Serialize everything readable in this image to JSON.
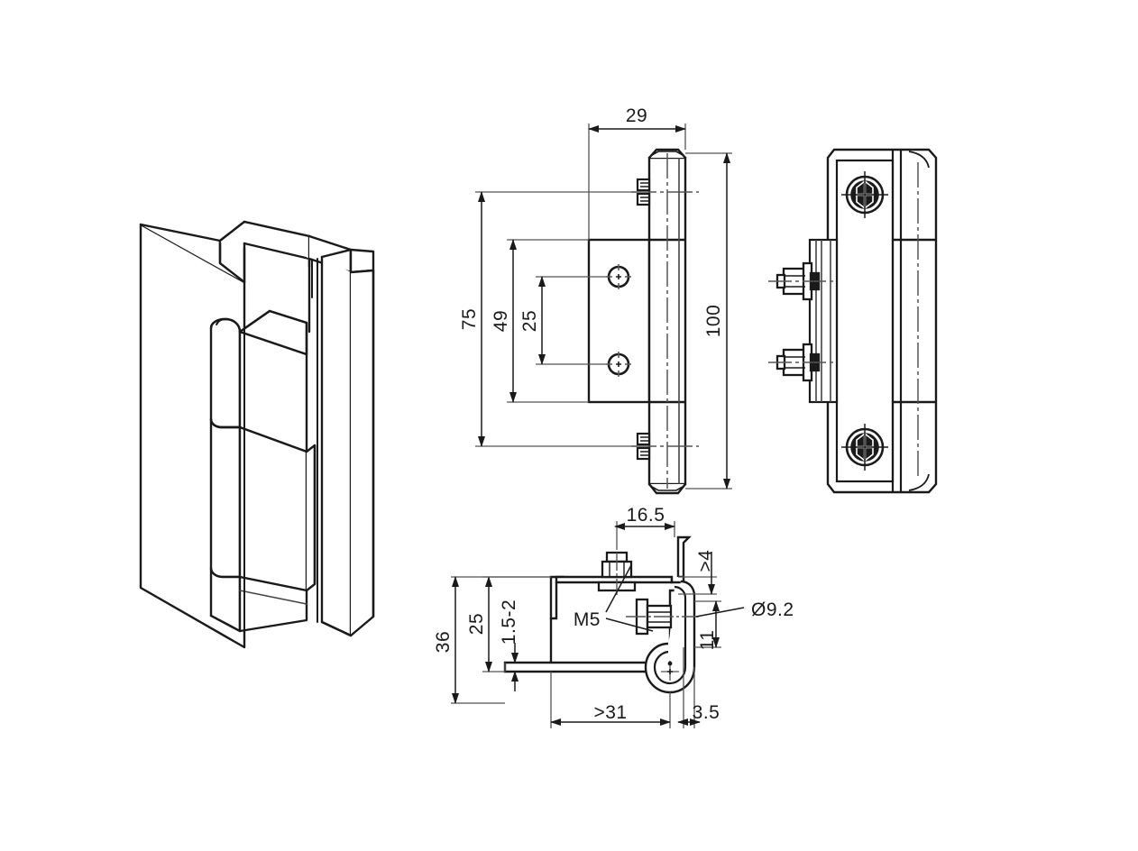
{
  "drawing": {
    "type": "engineering-technical-drawing",
    "subject": "concealed cabinet door hinge",
    "background_color": "#ffffff",
    "line_color": "#1a1a1a",
    "thin_line_color": "#555555",
    "units": "mm"
  },
  "views": {
    "isometric": {
      "name": "isometric-assembly-view",
      "description": "3D view of hinge mounted between door leaf and frame profile"
    },
    "front": {
      "name": "front-view",
      "description": "Front elevation showing mounting plate with two holes and hinge barrel"
    },
    "side": {
      "name": "side-view",
      "description": "Side elevation showing hex socket screws and bolt/washer assemblies"
    },
    "detail": {
      "name": "section-detail-view",
      "description": "Cross-section detail showing mounting profile, M5 bolts and pivot"
    }
  },
  "dimensions": {
    "front": {
      "width_29": "29",
      "height_75": "75",
      "height_49": "49",
      "hole_spacing_25": "25",
      "overall_100": "100"
    },
    "detail": {
      "top_16_5": "16.5",
      "clearance_4": ">4",
      "hole_dia": "Ø9.2",
      "thread_m5": "M5",
      "material_thickness": "1.5-2",
      "height_25": "25",
      "height_36": "36",
      "height_11": "11",
      "width_31": ">31",
      "width_3_5": "3.5"
    }
  }
}
